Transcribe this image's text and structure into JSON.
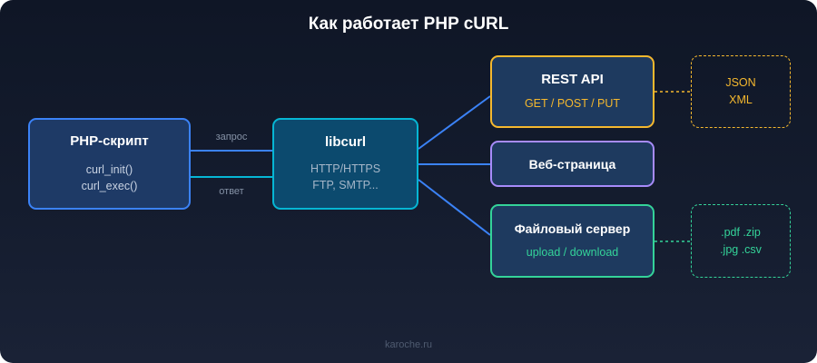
{
  "title": "Как работает PHP cURL",
  "php": {
    "name": "PHP-скрипт",
    "lines": [
      "curl_init()",
      "curl_exec()"
    ]
  },
  "libcurl": {
    "name": "libcurl",
    "lines": [
      "HTTP/HTTPS",
      "FTP, SMTP..."
    ]
  },
  "request_label": "запрос",
  "response_label": "ответ",
  "rest": {
    "name": "REST API",
    "methods": "GET / POST / PUT",
    "formats": [
      "JSON",
      "XML"
    ]
  },
  "web": {
    "name": "Веб-страница"
  },
  "file_server": {
    "name": "Файловый сервер",
    "actions": "upload / download",
    "types": [
      ".pdf .zip",
      ".jpg .csv"
    ]
  },
  "footer": "karoche.ru",
  "colors": {
    "php": "#3b82f6",
    "libcurl": "#06b6d4",
    "rest": "#f5b82e",
    "web": "#a78bfa",
    "file": "#34d399"
  }
}
